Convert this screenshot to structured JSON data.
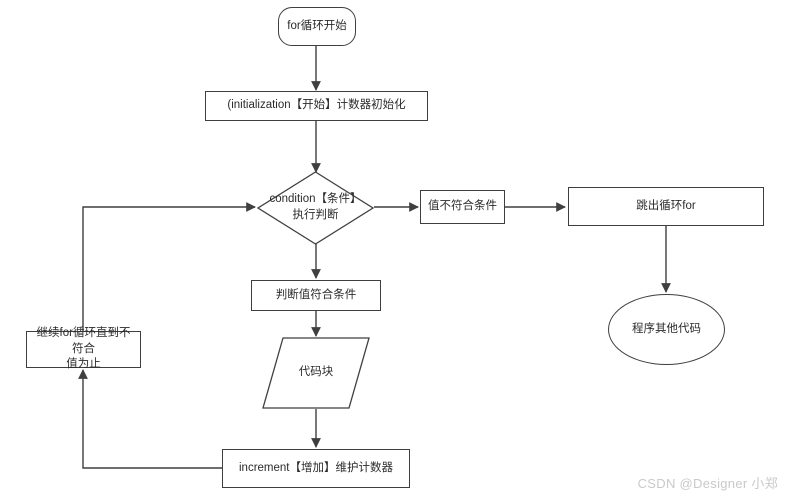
{
  "diagram": {
    "title": "for loop flowchart",
    "stroke_color": "#3f3f3f",
    "text_color": "#2b2b2b",
    "background": "#ffffff",
    "nodes": {
      "start": {
        "label": "for循环开始",
        "shape": "rounded-rect"
      },
      "init": {
        "label": "(initialization【开始】计数器初始化",
        "shape": "rect"
      },
      "condition": {
        "label": "condition【条件】\n执行判断",
        "shape": "diamond"
      },
      "value_not_match": {
        "label": "值不符合条件",
        "shape": "rect"
      },
      "break_for": {
        "label": "跳出循环for",
        "shape": "rect"
      },
      "other_code": {
        "label": "程序其他代码",
        "shape": "ellipse"
      },
      "value_match": {
        "label": "判断值符合条件",
        "shape": "rect"
      },
      "code_block": {
        "label": "代码块",
        "shape": "parallelogram"
      },
      "increment": {
        "label": "increment【增加】维护计数器",
        "shape": "rect"
      },
      "continue_loop": {
        "label": "继续for循环直到不符合\n值为止",
        "shape": "rect"
      }
    },
    "edges": [
      {
        "from": "start",
        "to": "init"
      },
      {
        "from": "init",
        "to": "condition"
      },
      {
        "from": "condition",
        "to": "value_not_match"
      },
      {
        "from": "value_not_match",
        "to": "break_for"
      },
      {
        "from": "break_for",
        "to": "other_code"
      },
      {
        "from": "condition",
        "to": "value_match"
      },
      {
        "from": "value_match",
        "to": "code_block"
      },
      {
        "from": "code_block",
        "to": "increment"
      },
      {
        "from": "increment",
        "to": "continue_loop"
      },
      {
        "from": "continue_loop",
        "to": "condition"
      }
    ]
  },
  "watermark": {
    "text": "CSDN @Designer 小郑",
    "color": "#c9c9c9"
  }
}
